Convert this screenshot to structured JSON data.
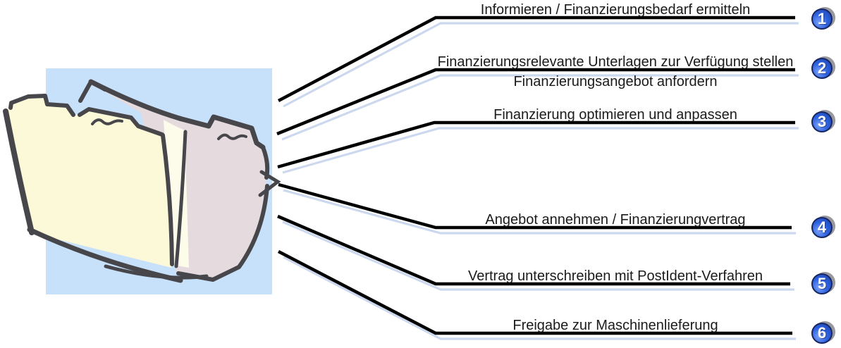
{
  "steps": [
    {
      "number": "1",
      "label": "Informieren / Finanzierungsbedarf ermitteln"
    },
    {
      "number": "2",
      "label": "Finanzierungsrelevante Unterlagen zur Verfügung stellen",
      "sublabel": "Finanzierungsangebot anfordern"
    },
    {
      "number": "3",
      "label": "Finanzierung optimieren und anpassen"
    },
    {
      "number": "4",
      "label": "Angebot annehmen / Finanzierungvertrag"
    },
    {
      "number": "5",
      "label": "Vertrag unterschreiben mit PostIdent-Verfahren"
    },
    {
      "number": "6",
      "label": "Freigabe zur Maschinenlieferung"
    }
  ],
  "illustration": {
    "icon": "file-folders-clipart"
  },
  "colors": {
    "text": "#1b1b1b",
    "connector": "#000000",
    "connector-shadow": "#ccd8ee",
    "badge-blue": "#2e62e0",
    "badge-blue-dark": "#1d43ae",
    "badge-blue-light": "#7ba0f5",
    "badge-ring": "#17265e",
    "badge-crescent": "#98989e",
    "clipart-bg-blue": "#c8e1fa",
    "clipart-folder-yellow": "#fbf9d8",
    "clipart-folder-pink": "#e5dbdf",
    "clipart-sheet": "#fdfbe9",
    "clipart-stroke": "#46464b"
  }
}
